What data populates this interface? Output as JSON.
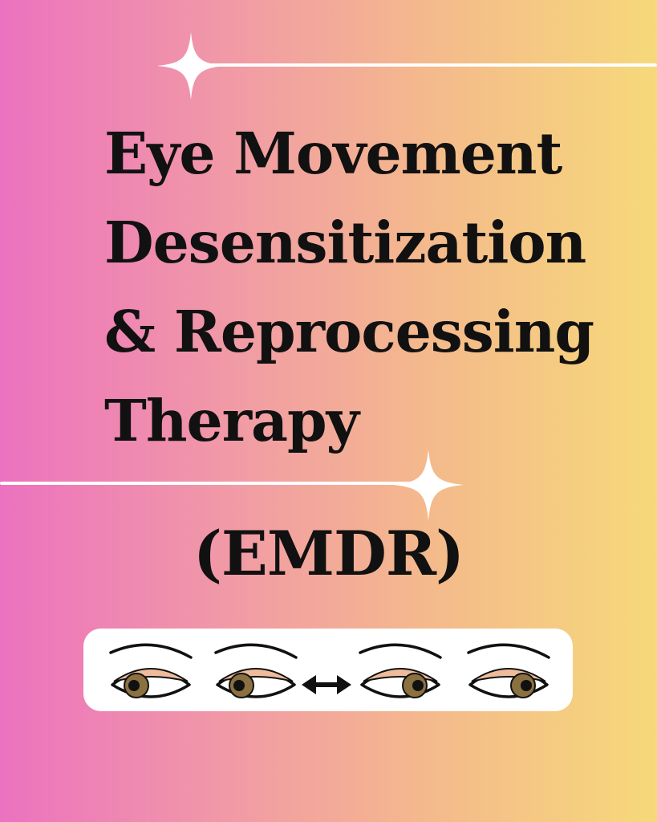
{
  "title_lines": [
    "Eye Movement",
    "Desensitization",
    "& Reprocessing",
    "Therapy"
  ],
  "acronym": "(EMDR)",
  "colors": {
    "gradient_left": "#ec72bf",
    "gradient_mid": "#f19aa6",
    "gradient_right": "#f6d97a",
    "text": "#111111",
    "accent_lines": "#ffffff",
    "iris": "#8b7040",
    "eyelid": "#efbc9b"
  },
  "icons": {
    "sparkle": "four-point-star-icon",
    "eye": "eye-icon",
    "arrow": "double-arrow-icon"
  }
}
